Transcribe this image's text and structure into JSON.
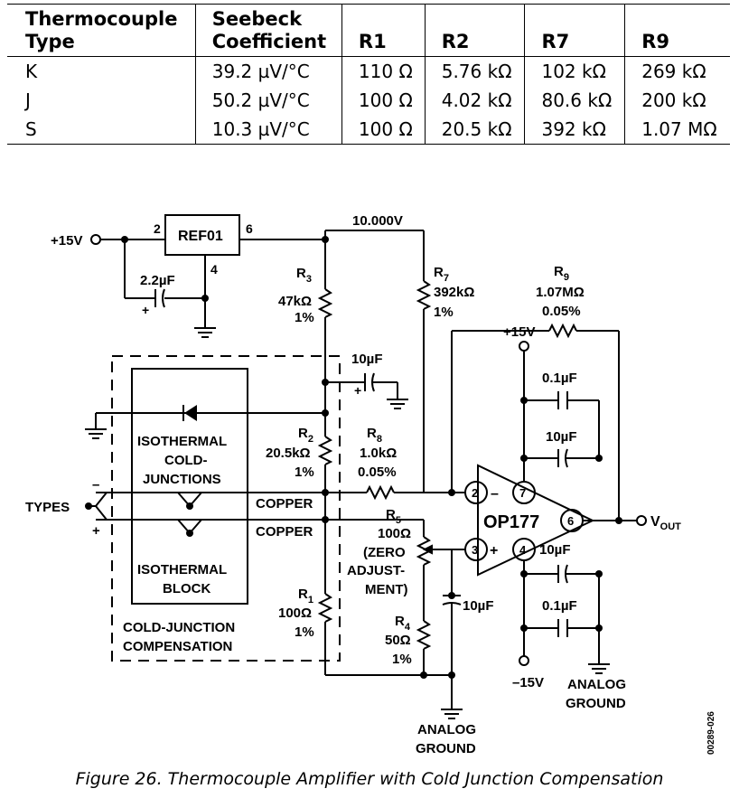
{
  "table": {
    "headers": [
      [
        "Thermocouple",
        "Type"
      ],
      [
        "Seebeck",
        "Coefficient"
      ],
      [
        "",
        "R1"
      ],
      [
        "",
        "R2"
      ],
      [
        "",
        "R7"
      ],
      [
        "",
        "R9"
      ]
    ],
    "rows": [
      [
        "K",
        "39.2 µV/°C",
        "110 Ω",
        "5.76 kΩ",
        "102 kΩ",
        "269 kΩ"
      ],
      [
        "J",
        "50.2 µV/°C",
        "100 Ω",
        "4.02 kΩ",
        "80.6 kΩ",
        "200 kΩ"
      ],
      [
        "S",
        "10.3 µV/°C",
        "100 Ω",
        "20.5 kΩ",
        "392 kΩ",
        "1.07 MΩ"
      ]
    ]
  },
  "circuit": {
    "supply_pos": "+15V",
    "ref_ic": "REF01",
    "ref_pin_in": "2",
    "ref_pin_out": "6",
    "ref_pin_gnd": "4",
    "ref_output": "10.000V",
    "c_ref": "2.2µF",
    "c_ref_plus": "+",
    "r3": {
      "name": "R",
      "sub": "3",
      "value": "47kΩ",
      "tol": "1%"
    },
    "r7": {
      "name": "R",
      "sub": "7",
      "value": "392kΩ",
      "tol": "1%"
    },
    "r9": {
      "name": "R",
      "sub": "9",
      "value": "1.07MΩ",
      "tol": "0.05%"
    },
    "r2": {
      "name": "R",
      "sub": "2",
      "value": "20.5kΩ",
      "tol": "1%"
    },
    "r8": {
      "name": "R",
      "sub": "8",
      "value": "1.0kΩ",
      "tol": "0.05%"
    },
    "r5": {
      "name": "R",
      "sub": "5",
      "value": "100Ω",
      "note1": "(ZERO",
      "note2": "ADJUST-",
      "note3": "MENT)"
    },
    "r1": {
      "name": "R",
      "sub": "1",
      "value": "100Ω",
      "tol": "1%"
    },
    "r4": {
      "name": "R",
      "sub": "4",
      "value": "50Ω",
      "tol": "1%"
    },
    "c_filter": "10µF",
    "c_filter_plus": "+",
    "c_r4": "10µF",
    "isothermal_junctions": [
      "ISOTHERMAL",
      "COLD-",
      "JUNCTIONS"
    ],
    "isothermal_block": [
      "ISOTHERMAL",
      "BLOCK"
    ],
    "cjc_label": [
      "COLD-JUNCTION",
      "COMPENSATION"
    ],
    "types_label": "TYPES",
    "minus_sign": "–",
    "plus_sign": "+",
    "copper_1": "COPPER",
    "copper_2": "COPPER",
    "opamp": "OP177",
    "pin2": "2",
    "pin3": "3",
    "pin4": "4",
    "pin6": "6",
    "pin7": "7",
    "in_minus": "–",
    "in_plus": "+",
    "vplus": "+15V",
    "vminus": "–15V",
    "bypass_top_1": "0.1µF",
    "bypass_top_2": "10µF",
    "bypass_bot_1": "10µF",
    "bypass_bot_2": "0.1µF",
    "vout_main": "V",
    "vout_sub": "OUT",
    "ground_right": [
      "ANALOG",
      "GROUND"
    ],
    "ground_bottom": [
      "ANALOG",
      "GROUND"
    ],
    "figure_code": "00289-026"
  },
  "caption": "Figure 26. Thermocouple Amplifier with Cold Junction Compensation"
}
